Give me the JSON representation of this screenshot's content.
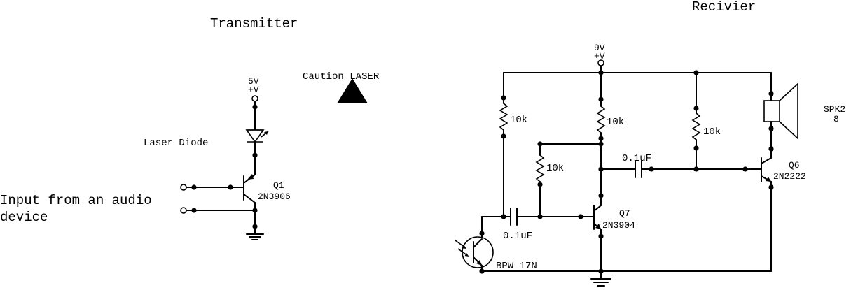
{
  "transmitter": {
    "title": "Transmitter",
    "supply_voltage": "5V",
    "supply_symbol": "+V",
    "laser_diode_label": "Laser Diode",
    "q1_ref": "Q1",
    "q1_part": "2N3906",
    "input_label_line1": "Input from an audio",
    "input_label_line2": "device",
    "caution_label": "Caution LASER"
  },
  "receiver": {
    "title": "Recivier",
    "supply_voltage": "9V",
    "supply_symbol": "+V",
    "r1": "10k",
    "r2": "10k",
    "r3": "10k",
    "r4": "10k",
    "c1": "0.1uF",
    "c2": "0.1uF",
    "q7_ref": "Q7",
    "q7_part": "2N3904",
    "q6_ref": "Q6",
    "q6_part": "2N2222",
    "phototransistor": "BPW 17N",
    "speaker_ref": "SPK2",
    "speaker_value": "8"
  }
}
